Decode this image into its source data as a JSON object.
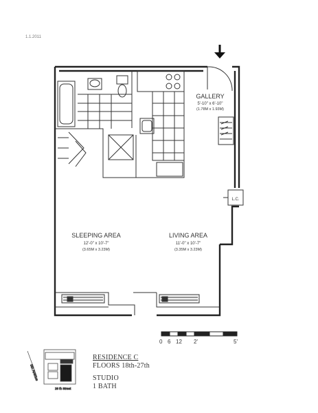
{
  "top_note": "1.1.2011",
  "rooms": {
    "gallery": {
      "name": "GALLERY",
      "dims_ft": "5'-10\" x 6'-10\"",
      "dims_m": "(1.78M x 1.93M)"
    },
    "sleeping": {
      "name": "SLEEPING AREA",
      "dims_ft": "12'-0\" x 10'-7\"",
      "dims_m": "(3.65M x 3.23M)"
    },
    "living": {
      "name": "LIVING AREA",
      "dims_ft": "11'-0\" x 10'-7\"",
      "dims_m": "(3.35M x 3.23M)"
    }
  },
  "scale": {
    "labels": [
      "0",
      "6",
      "12",
      "2'",
      "5'"
    ]
  },
  "keyplan": {
    "street_label": "5th Avenue",
    "bottom_label": "26 th Street"
  },
  "info": {
    "residence": "RESIDENCE C",
    "floors": "FLOORS 18th-27th",
    "type": "STUDIO",
    "baths": "1 BATH"
  }
}
